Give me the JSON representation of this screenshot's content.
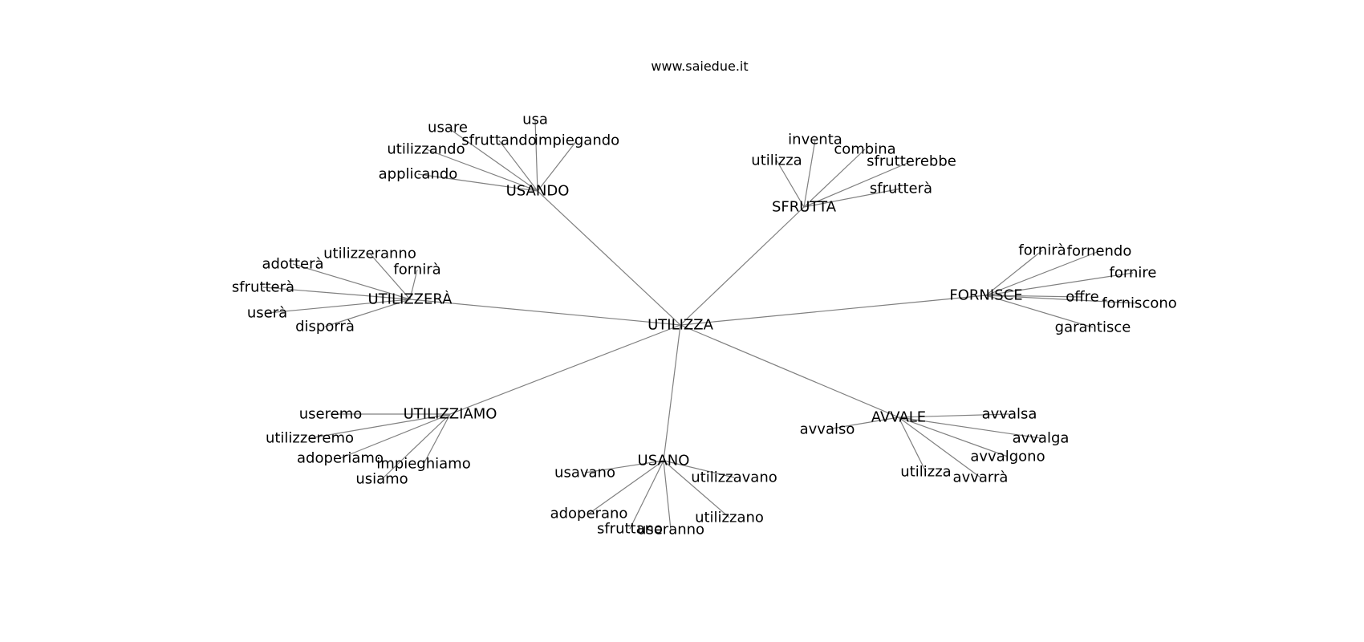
{
  "site_label": "www.saiedue.it",
  "graph": {
    "center": "UTILIZZA",
    "hubs": [
      {
        "label": "USANDO",
        "leaves": [
          "usa",
          "usare",
          "sfruttando",
          "impiegando",
          "utilizzando",
          "applicando"
        ]
      },
      {
        "label": "SFRUTTA",
        "leaves": [
          "inventa",
          "combina",
          "utilizza",
          "sfrutterebbe",
          "sfrutterà"
        ]
      },
      {
        "label": "FORNISCE",
        "leaves": [
          "fornirà",
          "fornendo",
          "fornire",
          "offre",
          "forniscono",
          "garantisce"
        ]
      },
      {
        "label": "UTILIZZERÀ",
        "leaves": [
          "utilizzeranno",
          "adotterà",
          "fornirà",
          "sfrutterà",
          "userà",
          "disporrà"
        ]
      },
      {
        "label": "UTILIZZIAMO",
        "leaves": [
          "useremo",
          "utilizzeremo",
          "adoperiamo",
          "impieghiamo",
          "usiamo"
        ]
      },
      {
        "label": "USANO",
        "leaves": [
          "usavano",
          "utilizzavano",
          "adoperano",
          "utilizzano",
          "sfruttano",
          "useranno"
        ]
      },
      {
        "label": "AVVALE",
        "leaves": [
          "avvalsa",
          "avvalso",
          "avvalga",
          "avvalgono",
          "utilizza",
          "avvarrà"
        ]
      }
    ]
  }
}
